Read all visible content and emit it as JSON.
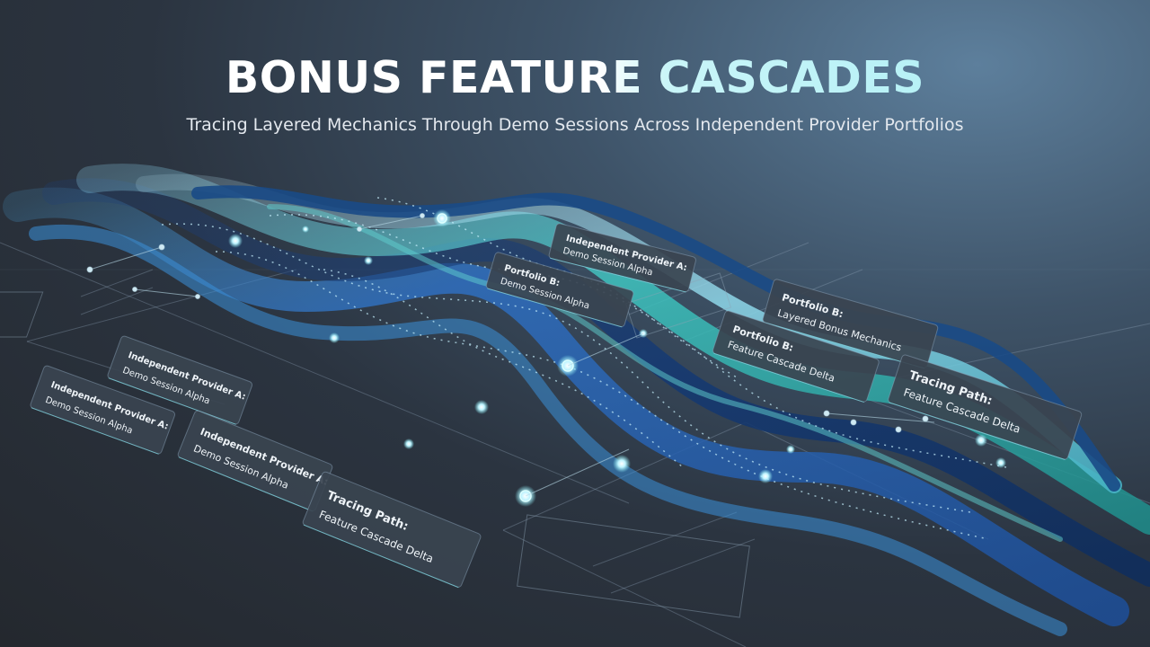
{
  "title": "BONUS FEATURE CASCADES",
  "subtitle": "Tracing Layered Mechanics Through Demo Sessions Across Independent Provider Portfolios",
  "colors": {
    "accent_cyan": "#7fe6ee",
    "accent_teal": "#2fb7b0",
    "accent_blue": "#2f6fc0",
    "panel_bg": "#3a4450"
  },
  "panels": [
    {
      "line1": "Independent Provider A:",
      "line2": "Demo Session Alpha"
    },
    {
      "line1": "Portfolio B:",
      "line2": "Demo Session Alpha"
    },
    {
      "line1": "Portfolio B:",
      "line2": "Layered Bonus Mechanics"
    },
    {
      "line1": "Portfolio B:",
      "line2": "Feature Cascade Delta"
    },
    {
      "line1": "Tracing Path:",
      "line2": "Feature Cascade Delta"
    },
    {
      "line1": "Independent Provider A:",
      "line2": "Demo Session Alpha"
    },
    {
      "line1": "Independent Provider A:",
      "line2": "Demo Session Alpha"
    },
    {
      "line1": "Independent Provider A:",
      "line2": "Demo Session Alpha"
    },
    {
      "line1": "Tracing Path:",
      "line2": "Feature Cascade Delta"
    }
  ]
}
